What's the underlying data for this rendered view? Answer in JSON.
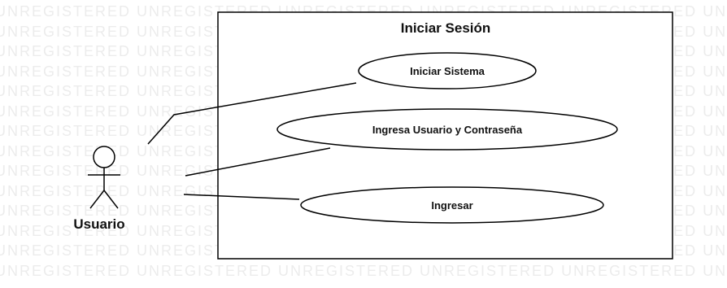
{
  "watermark_text": "UNREGISTERED",
  "system_boundary": {
    "title": "Iniciar Sesión"
  },
  "actor": {
    "name": "Usuario"
  },
  "use_cases": [
    {
      "label": "Iniciar Sistema"
    },
    {
      "label": "Ingresa Usuario y Contraseña"
    },
    {
      "label": "Ingresar"
    }
  ],
  "colors": {
    "stroke": "#000000",
    "fill": "#ffffff",
    "watermark": "#ececec"
  }
}
